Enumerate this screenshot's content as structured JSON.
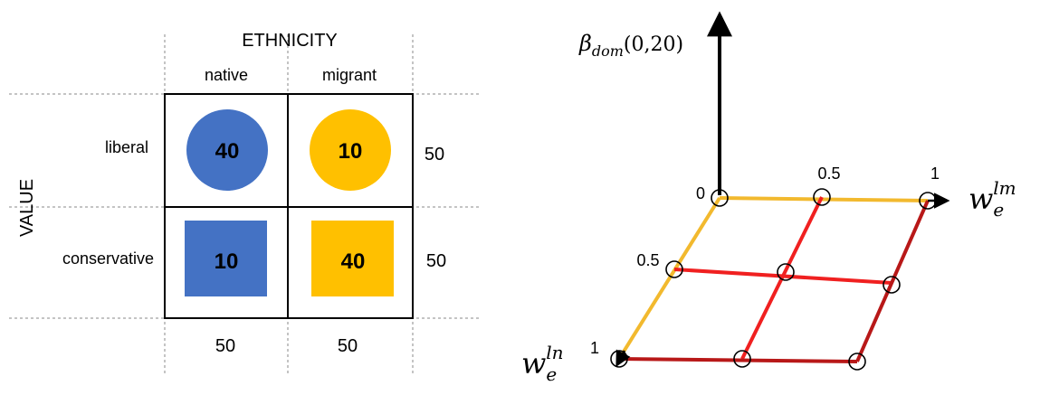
{
  "table": {
    "column_header": "ETHNICITY",
    "row_header": "VALUE",
    "columns": [
      "native",
      "migrant"
    ],
    "rows": [
      "liberal",
      "conservative"
    ],
    "cells": [
      [
        {
          "value": "40",
          "shape": "circle",
          "color": "#4472C4"
        },
        {
          "value": "10",
          "shape": "circle",
          "color": "#FFC000"
        }
      ],
      [
        {
          "value": "10",
          "shape": "square",
          "color": "#4472C4"
        },
        {
          "value": "40",
          "shape": "square",
          "color": "#FFC000"
        }
      ]
    ],
    "row_totals": [
      "50",
      "50"
    ],
    "column_totals": [
      "50",
      "50"
    ]
  },
  "lattice": {
    "y_axis": {
      "label": "β",
      "subscript": "dom",
      "suffix": "(0,20)"
    },
    "x_axis": {
      "label": "w",
      "subscript": "e",
      "superscript": "lm"
    },
    "z_axis": {
      "label": "w",
      "subscript": "e",
      "superscript": "ln"
    },
    "tick_labels": {
      "origin": "0",
      "x_mid": "0.5",
      "x_end": "1",
      "z_mid": "0.5",
      "z_end": "1"
    },
    "colors": {
      "edge_yellow": "#F2B92E",
      "edge_red": "#F02020",
      "edge_darkred": "#B81818",
      "axis": "#000000"
    }
  }
}
